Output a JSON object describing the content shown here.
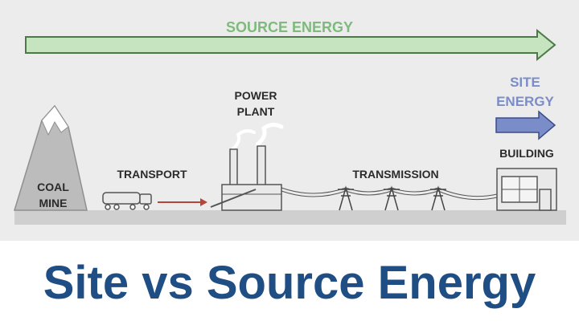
{
  "source_arrow": {
    "label": "SOURCE ENERGY",
    "color": "#c6e4bf",
    "stroke": "#4c7a47",
    "text_color": "#7dbb7b"
  },
  "site_arrow": {
    "label_line1": "SITE",
    "label_line2": "ENERGY",
    "color": "#7b8dc8",
    "stroke": "#3b4d8a"
  },
  "labels": {
    "coal_line1": "COAL",
    "coal_line2": "MINE",
    "transport": "TRANSPORT",
    "power_line1": "POWER",
    "power_line2": "PLANT",
    "transmission": "TRANSMISSION",
    "building": "BUILDING"
  },
  "title": "Site vs Source Energy",
  "colors": {
    "title": "#1f4e84",
    "panel": "#ececec",
    "ground": "#cfcfcf",
    "transport_arrow": "#b5473a"
  }
}
